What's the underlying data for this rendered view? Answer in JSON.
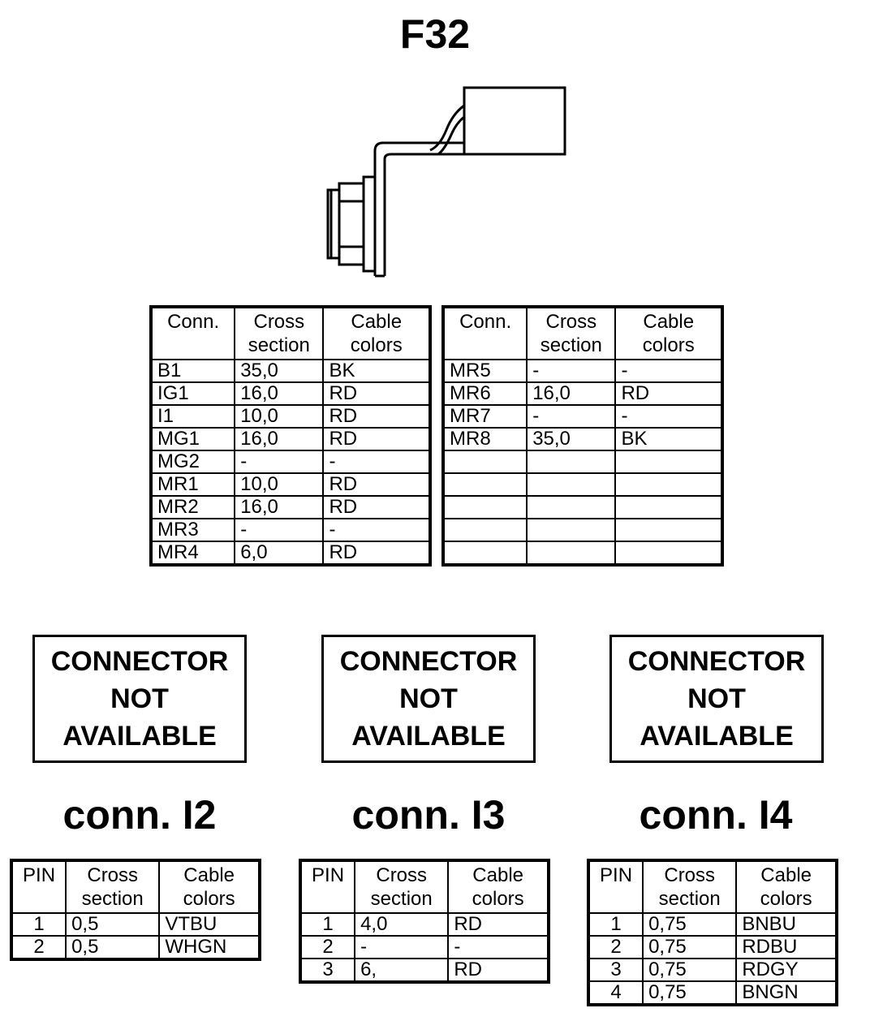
{
  "title": "F32",
  "icons": {
    "part_drawing": "terminal-bracket-drawing"
  },
  "main_table": {
    "headers": [
      "Conn.",
      "Cross\nsection",
      "Cable\ncolors"
    ],
    "left_rows": [
      [
        "B1",
        "35,0",
        "BK"
      ],
      [
        "IG1",
        "16,0",
        "RD"
      ],
      [
        "I1",
        "10,0",
        "RD"
      ],
      [
        "MG1",
        "16,0",
        "RD"
      ],
      [
        "MG2",
        "-",
        "-"
      ],
      [
        "MR1",
        "10,0",
        "RD"
      ],
      [
        "MR2",
        "16,0",
        "RD"
      ],
      [
        "MR3",
        "-",
        "-"
      ],
      [
        "MR4",
        "6,0",
        "RD"
      ]
    ],
    "right_rows": [
      [
        "MR5",
        "-",
        "-"
      ],
      [
        "MR6",
        "16,0",
        "RD"
      ],
      [
        "MR7",
        "-",
        "-"
      ],
      [
        "MR8",
        "35,0",
        "BK"
      ],
      [
        "",
        "",
        ""
      ],
      [
        "",
        "",
        ""
      ],
      [
        "",
        "",
        ""
      ],
      [
        "",
        "",
        ""
      ],
      [
        "",
        "",
        ""
      ]
    ]
  },
  "connectors": [
    {
      "not_available": [
        "CONNECTOR",
        "NOT",
        "AVAILABLE"
      ],
      "label": "conn. I2",
      "headers": [
        "PIN",
        "Cross\nsection",
        "Cable\ncolors"
      ],
      "rows": [
        [
          "1",
          "0,5",
          "VTBU"
        ],
        [
          "2",
          "0,5",
          "WHGN"
        ]
      ]
    },
    {
      "not_available": [
        "CONNECTOR",
        "NOT",
        "AVAILABLE"
      ],
      "label": "conn. I3",
      "headers": [
        "PIN",
        "Cross\nsection",
        "Cable\ncolors"
      ],
      "rows": [
        [
          "1",
          "4,0",
          "RD"
        ],
        [
          "2",
          "-",
          "-"
        ],
        [
          "3",
          "6,",
          "RD"
        ]
      ]
    },
    {
      "not_available": [
        "CONNECTOR",
        "NOT",
        "AVAILABLE"
      ],
      "label": "conn. I4",
      "headers": [
        "PIN",
        "Cross\nsection",
        "Cable\ncolors"
      ],
      "rows": [
        [
          "1",
          "0,75",
          "BNBU"
        ],
        [
          "2",
          "0,75",
          "RDBU"
        ],
        [
          "3",
          "0,75",
          "RDGY"
        ],
        [
          "4",
          "0,75",
          "BNGN"
        ]
      ]
    }
  ]
}
